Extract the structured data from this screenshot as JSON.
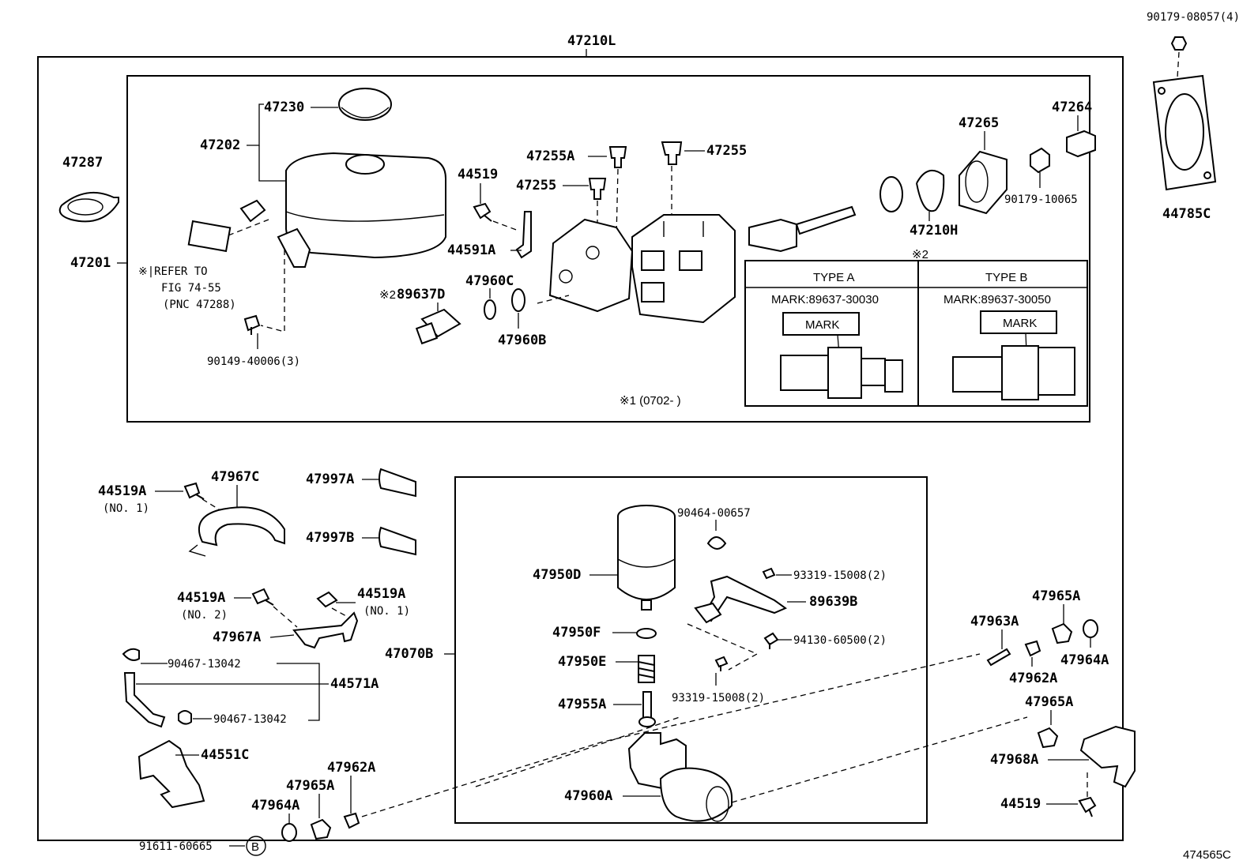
{
  "figure_code": "474565C",
  "assembly": {
    "main": "47210L",
    "sub": "47070B",
    "note_refer": [
      "※|REFER TO",
      "FIG 74-55",
      "(PNC 47288)"
    ],
    "note_prod": "※1 (0702-      )"
  },
  "sensor_types": {
    "ref_mark": "※2",
    "type_a": {
      "title": "TYPE A",
      "mark_no": "MARK:89637-30030",
      "mark_label": "MARK"
    },
    "type_b": {
      "title": "TYPE B",
      "mark_no": "MARK:89637-30050",
      "mark_label": "MARK"
    }
  },
  "callouts": {
    "p90179_08057": "90179-08057(4)",
    "p44785C": "44785C",
    "p47287": "47287",
    "p47230": "47230",
    "p47202": "47202",
    "p47201": "47201",
    "p90149_40006": "90149-40006(3)",
    "p44519_top": "44519",
    "p44591A": "44591A",
    "p47255A": "47255A",
    "p47255_r": "47255",
    "p47255_l": "47255",
    "p89637D_prefix": "※2",
    "p89637D": "89637D",
    "p47960C": "47960C",
    "p47960B": "47960B",
    "p47265": "47265",
    "p47264": "47264",
    "p47210H": "47210H",
    "p90179_10065": "90179-10065",
    "p44519A_1": "44519A",
    "p44519A_1_note": "(NO. 1)",
    "p47967C": "47967C",
    "p47997A": "47997A",
    "p47997B": "47997B",
    "p44519A_2": "44519A",
    "p44519A_2_note": "(NO. 2)",
    "p44519A_3": "44519A",
    "p44519A_3_note": "(NO. 1)",
    "p47967A": "47967A",
    "p90467_a": "90467-13042",
    "p44571A": "44571A",
    "p90467_b": "90467-13042",
    "p44551C": "44551C",
    "p47962A_bl": "47962A",
    "p47965A_bl": "47965A",
    "p47964A_bl": "47964A",
    "p91611": "91611-60665",
    "p91611_circle": "B",
    "p90464": "90464-00657",
    "p47950D": "47950D",
    "p93319_a": "93319-15008(2)",
    "p89639B": "89639B",
    "p94130": "94130-60500(2)",
    "p47950F": "47950F",
    "p47950E": "47950E",
    "p93319_b": "93319-15008(2)",
    "p47955A": "47955A",
    "p47960A": "47960A",
    "p47965A_r": "47965A",
    "p47963A": "47963A",
    "p47964A_r": "47964A",
    "p47962A_r": "47962A",
    "p47965A_r2": "47965A",
    "p47968A": "47968A",
    "p44519_br": "44519"
  }
}
